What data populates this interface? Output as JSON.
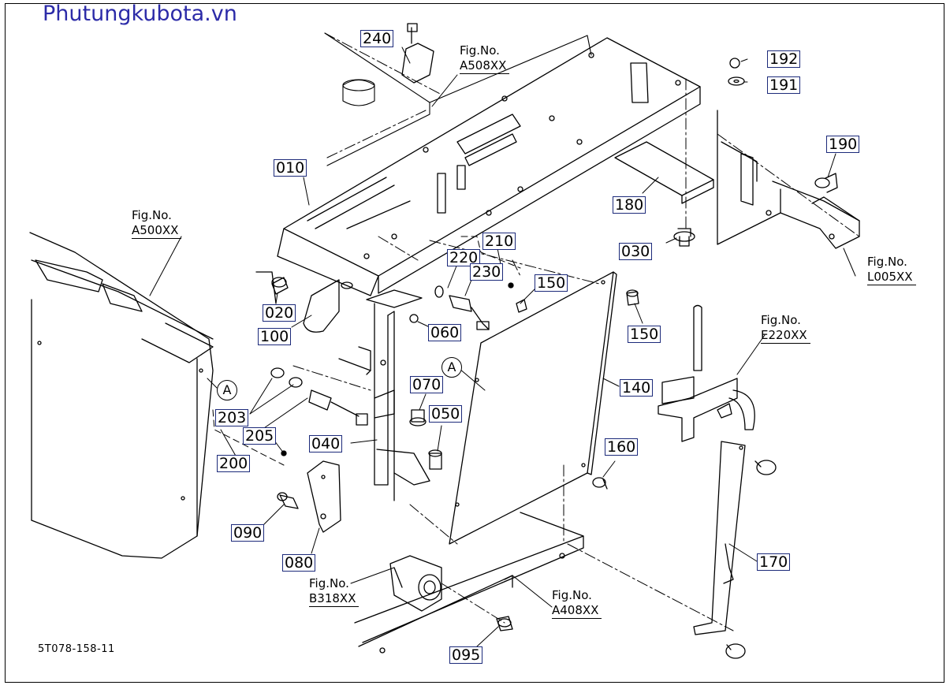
{
  "watermark": "Phutungkubota.vn",
  "drawing_code": "5T078-158-11",
  "callout_marker": "A",
  "parts": {
    "p240": "240",
    "p192": "192",
    "p191": "191",
    "p190": "190",
    "p010": "010",
    "p180": "180",
    "p030": "030",
    "p210": "210",
    "p220": "220",
    "p230": "230",
    "p150a": "150",
    "p150b": "150",
    "p020": "020",
    "p100": "100",
    "p060": "060",
    "p070": "070",
    "p050": "050",
    "p140": "140",
    "p203": "203",
    "p205": "205",
    "p200": "200",
    "p040": "040",
    "p160": "160",
    "p090": "090",
    "p080": "080",
    "p170": "170",
    "p095": "095"
  },
  "figures": {
    "a508": {
      "label": "Fig.No.",
      "code": "A508XX"
    },
    "a500": {
      "label": "Fig.No.",
      "code": "A500XX"
    },
    "l005": {
      "label": "Fig.No.",
      "code": "L005XX"
    },
    "e220": {
      "label": "Fig.No.",
      "code": "E220XX"
    },
    "b318": {
      "label": "Fig.No.",
      "code": "B318XX"
    },
    "a408": {
      "label": "Fig.No.",
      "code": "A408XX"
    }
  }
}
